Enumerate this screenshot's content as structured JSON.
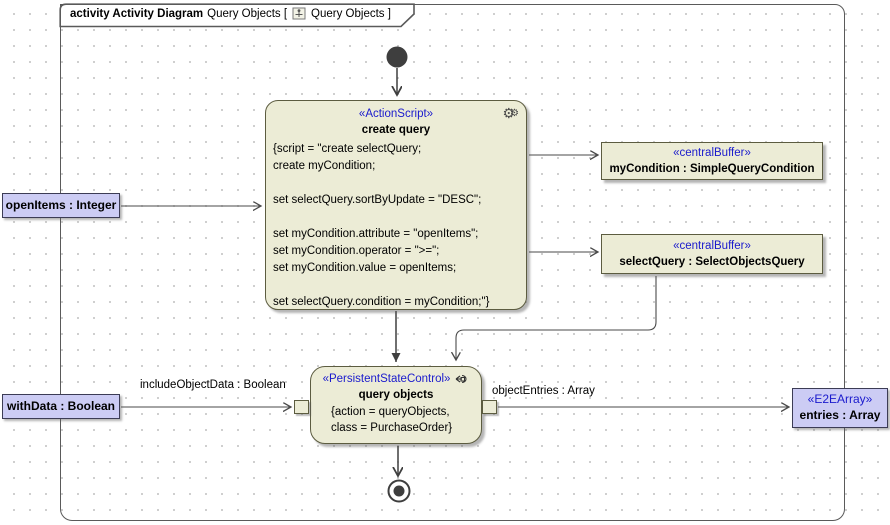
{
  "frame": {
    "kind_label": "activity Activity Diagram",
    "diagram_name": "Query Objects [",
    "bracket_name": "Query Objects ]"
  },
  "nodes": {
    "create_query": {
      "stereotype": "«ActionScript»",
      "name": "create query",
      "script_lines": [
        "{script = \"create selectQuery;",
        "create myCondition;",
        "",
        "set selectQuery.sortByUpdate = \"DESC\";",
        "",
        "set myCondition.attribute = \"openItems\";",
        "set myCondition.operator = \">=\";",
        "set myCondition.value = openItems;",
        "",
        "set selectQuery.condition = myCondition;\"}"
      ]
    },
    "my_condition_buffer": {
      "stereotype": "«centralBuffer»",
      "name": "myCondition : SimpleQueryCondition"
    },
    "select_query_buffer": {
      "stereotype": "«centralBuffer»",
      "name": "selectQuery : SelectObjectsQuery"
    },
    "query_objects": {
      "stereotype": "«PersistentStateControl»",
      "name": "query objects",
      "body_lines": [
        "{action = queryObjects,",
        "class = PurchaseOrder}"
      ]
    },
    "entries_array": {
      "stereotype": "«E2EArray»",
      "name": "entries : Array"
    },
    "open_items_param": {
      "label": "openItems : Integer"
    },
    "with_data_param": {
      "label": "withData : Boolean"
    }
  },
  "edge_labels": {
    "include_object_data": "includeObjectData : Boolean",
    "object_entries": "objectEntries : Array"
  },
  "icons": {
    "gears": "⚙",
    "gears_small": "⚙"
  },
  "colors": {
    "stereotype_blue": "#1a1acd",
    "node_fill": "#ececd6",
    "param_fill": "#ccccf4",
    "frame_border": "#5a5a5a",
    "edge": "#4a4a4a"
  }
}
